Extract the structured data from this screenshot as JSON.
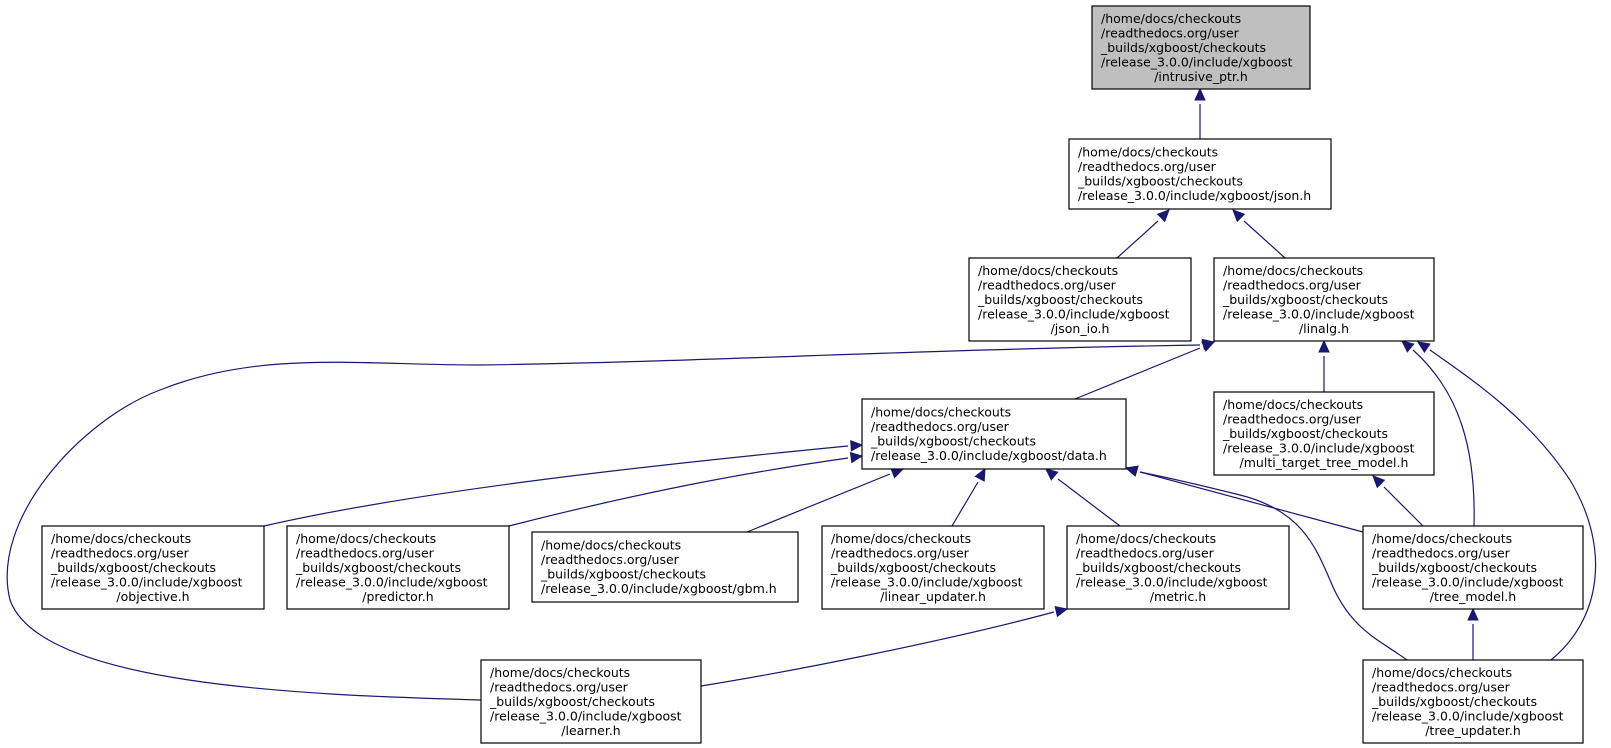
{
  "colors": {
    "edge": "#191970",
    "root_fill": "#bfbfbf",
    "node_fill": "#ffffff",
    "border": "#000000"
  },
  "nodes": [
    {
      "id": "intrusive_ptr",
      "root": true,
      "lines": [
        "/home/docs/checkouts",
        "/readthedocs.org/user",
        "_builds/xgboost/checkouts",
        "/release_3.0.0/include/xgboost",
        "/intrusive_ptr.h"
      ]
    },
    {
      "id": "json",
      "lines": [
        "/home/docs/checkouts",
        "/readthedocs.org/user",
        "_builds/xgboost/checkouts",
        "/release_3.0.0/include/xgboost/json.h"
      ]
    },
    {
      "id": "json_io",
      "lines": [
        "/home/docs/checkouts",
        "/readthedocs.org/user",
        "_builds/xgboost/checkouts",
        "/release_3.0.0/include/xgboost",
        "/json_io.h"
      ]
    },
    {
      "id": "linalg",
      "lines": [
        "/home/docs/checkouts",
        "/readthedocs.org/user",
        "_builds/xgboost/checkouts",
        "/release_3.0.0/include/xgboost",
        "/linalg.h"
      ]
    },
    {
      "id": "data",
      "lines": [
        "/home/docs/checkouts",
        "/readthedocs.org/user",
        "_builds/xgboost/checkouts",
        "/release_3.0.0/include/xgboost/data.h"
      ]
    },
    {
      "id": "multi_target",
      "lines": [
        "/home/docs/checkouts",
        "/readthedocs.org/user",
        "_builds/xgboost/checkouts",
        "/release_3.0.0/include/xgboost",
        "/multi_target_tree_model.h"
      ]
    },
    {
      "id": "objective",
      "lines": [
        "/home/docs/checkouts",
        "/readthedocs.org/user",
        "_builds/xgboost/checkouts",
        "/release_3.0.0/include/xgboost",
        "/objective.h"
      ]
    },
    {
      "id": "predictor",
      "lines": [
        "/home/docs/checkouts",
        "/readthedocs.org/user",
        "_builds/xgboost/checkouts",
        "/release_3.0.0/include/xgboost",
        "/predictor.h"
      ]
    },
    {
      "id": "gbm",
      "lines": [
        "/home/docs/checkouts",
        "/readthedocs.org/user",
        "_builds/xgboost/checkouts",
        "/release_3.0.0/include/xgboost/gbm.h"
      ]
    },
    {
      "id": "linear_updater",
      "lines": [
        "/home/docs/checkouts",
        "/readthedocs.org/user",
        "_builds/xgboost/checkouts",
        "/release_3.0.0/include/xgboost",
        "/linear_updater.h"
      ]
    },
    {
      "id": "metric",
      "lines": [
        "/home/docs/checkouts",
        "/readthedocs.org/user",
        "_builds/xgboost/checkouts",
        "/release_3.0.0/include/xgboost",
        "/metric.h"
      ]
    },
    {
      "id": "tree_model",
      "lines": [
        "/home/docs/checkouts",
        "/readthedocs.org/user",
        "_builds/xgboost/checkouts",
        "/release_3.0.0/include/xgboost",
        "/tree_model.h"
      ]
    },
    {
      "id": "learner",
      "lines": [
        "/home/docs/checkouts",
        "/readthedocs.org/user",
        "_builds/xgboost/checkouts",
        "/release_3.0.0/include/xgboost",
        "/learner.h"
      ]
    },
    {
      "id": "tree_updater",
      "lines": [
        "/home/docs/checkouts",
        "/readthedocs.org/user",
        "_builds/xgboost/checkouts",
        "/release_3.0.0/include/xgboost",
        "/tree_updater.h"
      ]
    }
  ],
  "edges": [
    {
      "from": "json",
      "to": "intrusive_ptr"
    },
    {
      "from": "json_io",
      "to": "json"
    },
    {
      "from": "linalg",
      "to": "json"
    },
    {
      "from": "data",
      "to": "linalg"
    },
    {
      "from": "multi_target",
      "to": "linalg"
    },
    {
      "from": "tree_model",
      "to": "linalg"
    },
    {
      "from": "tree_updater",
      "to": "linalg"
    },
    {
      "from": "learner",
      "to": "linalg"
    },
    {
      "from": "objective",
      "to": "data"
    },
    {
      "from": "predictor",
      "to": "data"
    },
    {
      "from": "gbm",
      "to": "data"
    },
    {
      "from": "linear_updater",
      "to": "data"
    },
    {
      "from": "metric",
      "to": "data"
    },
    {
      "from": "tree_model",
      "to": "data"
    },
    {
      "from": "tree_updater",
      "to": "data"
    },
    {
      "from": "tree_model",
      "to": "multi_target"
    },
    {
      "from": "learner",
      "to": "metric"
    },
    {
      "from": "tree_updater",
      "to": "tree_model"
    }
  ]
}
